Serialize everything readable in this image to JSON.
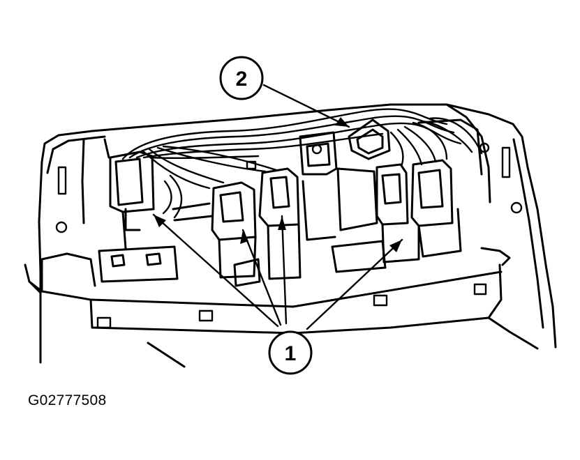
{
  "figure": {
    "id": "G02777508"
  },
  "callouts": [
    {
      "label": "1"
    },
    {
      "label": "2"
    }
  ],
  "colors": {
    "line": "#000000",
    "background": "#ffffff"
  }
}
